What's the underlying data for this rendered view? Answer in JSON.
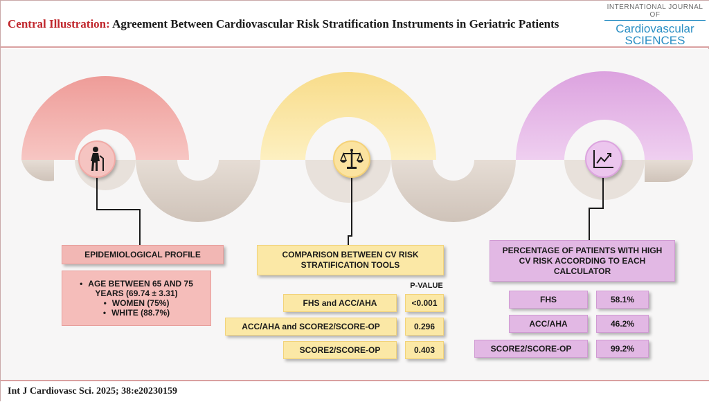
{
  "header": {
    "title_lead": "Central Illustration:",
    "title_rest": " Agreement Between Cardiovascular Risk Stratification Instruments in Geriatric Patients",
    "journal_line1": "INTERNATIONAL JOURNAL OF",
    "journal_line2": "Cardiovascular",
    "journal_line3": "SCIENCES"
  },
  "sections": {
    "profile": {
      "heading": "EPIDEMIOLOGICAL PROFILE",
      "items": [
        "AGE BETWEEN 65 AND 75 YEARS (69.74 ± 3.31)",
        "WOMEN (75%)",
        "WHITE (88.7%)"
      ],
      "icon": "elderly-person-icon"
    },
    "comparison": {
      "heading": "COMPARISON BETWEEN CV RISK STRATIFICATION TOOLS",
      "pvalue_header": "P-VALUE",
      "rows": [
        {
          "label": "FHS and ACC/AHA",
          "value": "<0.001"
        },
        {
          "label": "ACC/AHA and SCORE2/SCORE-OP",
          "value": "0.296"
        },
        {
          "label": "SCORE2/SCORE-OP",
          "value": "0.403"
        }
      ],
      "icon": "balance-scale-icon"
    },
    "percentage": {
      "heading": "PERCENTAGE OF PATIENTS WITH HIGH CV RISK ACCORDING TO EACH CALCULATOR",
      "rows": [
        {
          "label": "FHS",
          "value": "58.1%"
        },
        {
          "label": "ACC/AHA",
          "value": "46.2%"
        },
        {
          "label": "SCORE2/SCORE-OP",
          "value": "99.2%"
        }
      ],
      "icon": "trend-chart-icon"
    }
  },
  "colors": {
    "pink": "#f2b7b4",
    "yellow": "#fbe8a6",
    "purple": "#e2b8e4",
    "beige": "#ddd2c9",
    "title_red": "#c0272d",
    "journal_blue": "#2a8fc4"
  },
  "footer": {
    "citation": "Int J Cardiovasc Sci. 2025; 38:e20230159"
  }
}
